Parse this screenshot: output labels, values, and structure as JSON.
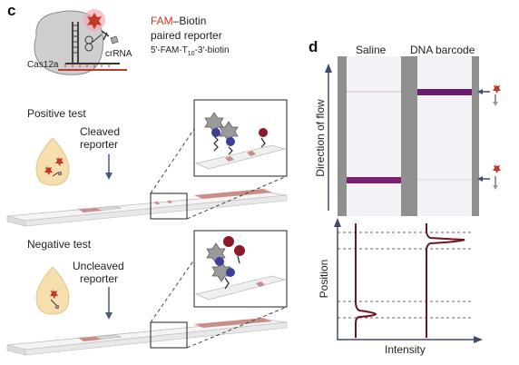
{
  "panel_c": {
    "letter": "c",
    "cas_label": "Cas12a",
    "crrna_label": "crRNA",
    "reporter_line1_fam": "FAM",
    "reporter_line1_rest": "–Biotin",
    "reporter_line2": "paired reporter",
    "reporter_seq_a": "5′-FAM-T",
    "reporter_seq_sub": "10",
    "reporter_seq_b": "-3′-biotin",
    "positive_title": "Positive test",
    "positive_line1": "Cleaved",
    "positive_line2": "reporter",
    "negative_title": "Negative test",
    "negative_line1": "Uncleaved",
    "negative_line2": "reporter"
  },
  "panel_d": {
    "letter": "d",
    "col_saline": "Saline",
    "col_barcode": "DNA barcode",
    "y_axis_top": "Direction of flow",
    "y_axis_bottom": "Position",
    "x_axis": "Intensity"
  },
  "colors": {
    "fam_red": "#c0392b",
    "strip_pad": "#c98f86",
    "band_purple": "#6a1d6e",
    "trace": "#6e1620",
    "drop": "#f6dfae"
  }
}
